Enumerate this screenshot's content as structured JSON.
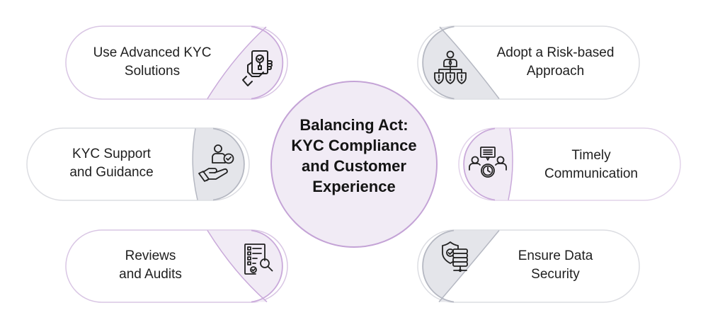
{
  "center": {
    "lines": [
      "Balancing Act:",
      "KYC Compliance",
      "and Customer",
      "Experience"
    ],
    "fill": "#f1ebf5",
    "stroke": "#c4a3d6"
  },
  "colors": {
    "purple_fill": "#f1ebf5",
    "purple_stroke": "#c9a9da",
    "grey_fill": "#e4e5ea",
    "grey_stroke": "#b5b8c2",
    "pill_fill": "#ffffff",
    "icon_stroke": "#222222"
  },
  "items": [
    {
      "id": "advanced-kyc",
      "lines": [
        "Use Advanced KYC",
        "Solutions"
      ],
      "icon": "phone-verification-icon",
      "accent": "purple",
      "side": "left"
    },
    {
      "id": "risk-based",
      "lines": [
        "Adopt a Risk-based",
        "Approach"
      ],
      "icon": "risk-hierarchy-icon",
      "accent": "grey",
      "side": "right"
    },
    {
      "id": "support",
      "lines": [
        "KYC Support",
        "and Guidance"
      ],
      "icon": "support-hand-icon",
      "accent": "grey",
      "side": "left"
    },
    {
      "id": "communication",
      "lines": [
        "Timely",
        "Communication"
      ],
      "icon": "team-clock-icon",
      "accent": "purple",
      "side": "right"
    },
    {
      "id": "reviews",
      "lines": [
        "Reviews",
        "and Audits"
      ],
      "icon": "audit-checklist-icon",
      "accent": "purple",
      "side": "left"
    },
    {
      "id": "data-security",
      "lines": [
        "Ensure Data",
        "Security"
      ],
      "icon": "shield-database-icon",
      "accent": "grey",
      "side": "right"
    }
  ]
}
